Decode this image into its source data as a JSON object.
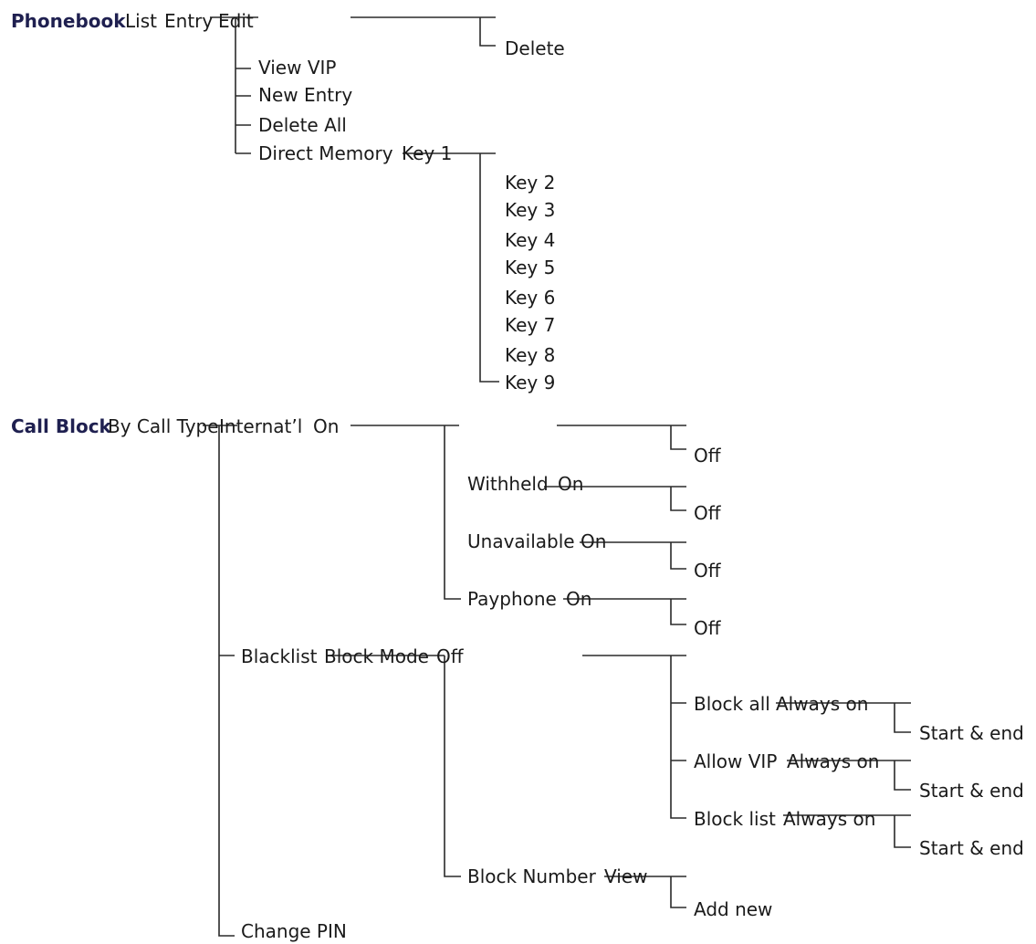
{
  "phonebook": {
    "title": "Phonebook",
    "list": "List",
    "entry": "Entry",
    "edit": "Edit",
    "delete": "Delete",
    "view_vip": "View VIP",
    "new_entry": "New Entry",
    "delete_all": "Delete All",
    "direct_memory": "Direct Memory",
    "keys": [
      "Key 1",
      "Key 2",
      "Key 3",
      "Key 4",
      "Key 5",
      "Key 6",
      "Key 7",
      "Key 8",
      "Key 9"
    ]
  },
  "call_block": {
    "title": "Call Block",
    "by_call_type": "By Call Type",
    "internatl": "Internat’l",
    "on": "On",
    "off": "Off",
    "withheld": "Withheld",
    "unavailable": "Unavailable",
    "payphone": "Payphone",
    "blacklist": "Blacklist",
    "block_mode": "Block Mode",
    "block_all": "Block all",
    "allow_vip": "Allow VIP",
    "block_list": "Block list",
    "always_on": "Always on",
    "start_end": "Start & end",
    "block_number": "Block Number",
    "view": "View",
    "add_new": "Add new",
    "change_pin": "Change PIN"
  }
}
